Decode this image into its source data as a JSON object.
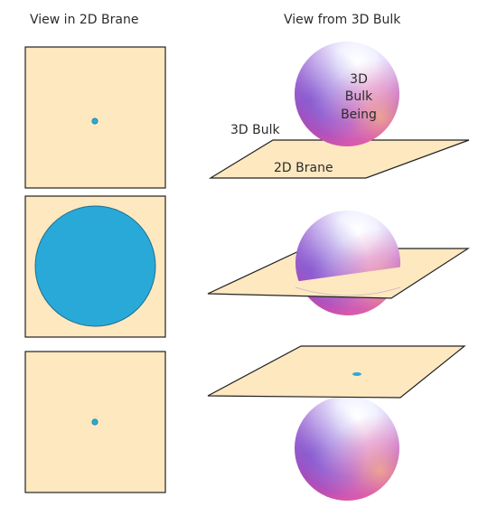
{
  "headings": {
    "left": "View in 2D Brane",
    "right": "View from 3D Bulk"
  },
  "labels": {
    "bulk": "3D Bulk",
    "brane": "2D Brane",
    "being_line1": "3D",
    "being_line2": "Bulk",
    "being_line3": "Being"
  },
  "colors": {
    "brane_fill": "#fde8c0",
    "brane_stroke": "#222222",
    "cross_section": "#29a9d8",
    "cross_section_stroke": "#1f6e8f",
    "sphere_highlight": "#fdfdff",
    "sphere_mid": "#c8a4e8",
    "sphere_shadow": "#8b3fc0",
    "sphere_warm": "#f35a9a"
  }
}
